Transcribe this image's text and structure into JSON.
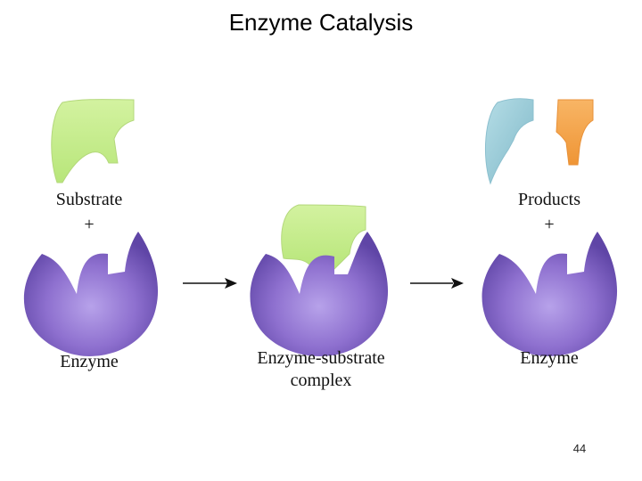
{
  "slide": {
    "title": "Enzyme Catalysis",
    "page_number": "44"
  },
  "labels": {
    "substrate": "Substrate",
    "plus_left": "+",
    "products": "Products",
    "plus_right": "+",
    "enzyme_left": "Enzyme",
    "complex_line1": "Enzyme-substrate",
    "complex_line2": "complex",
    "enzyme_right": "Enzyme"
  },
  "colors": {
    "enzyme": "#8a6cc9",
    "substrate": "#c8ec8e",
    "product_blue": "#9ccad6",
    "product_orange": "#f6a54c",
    "arrow": "#111111"
  }
}
